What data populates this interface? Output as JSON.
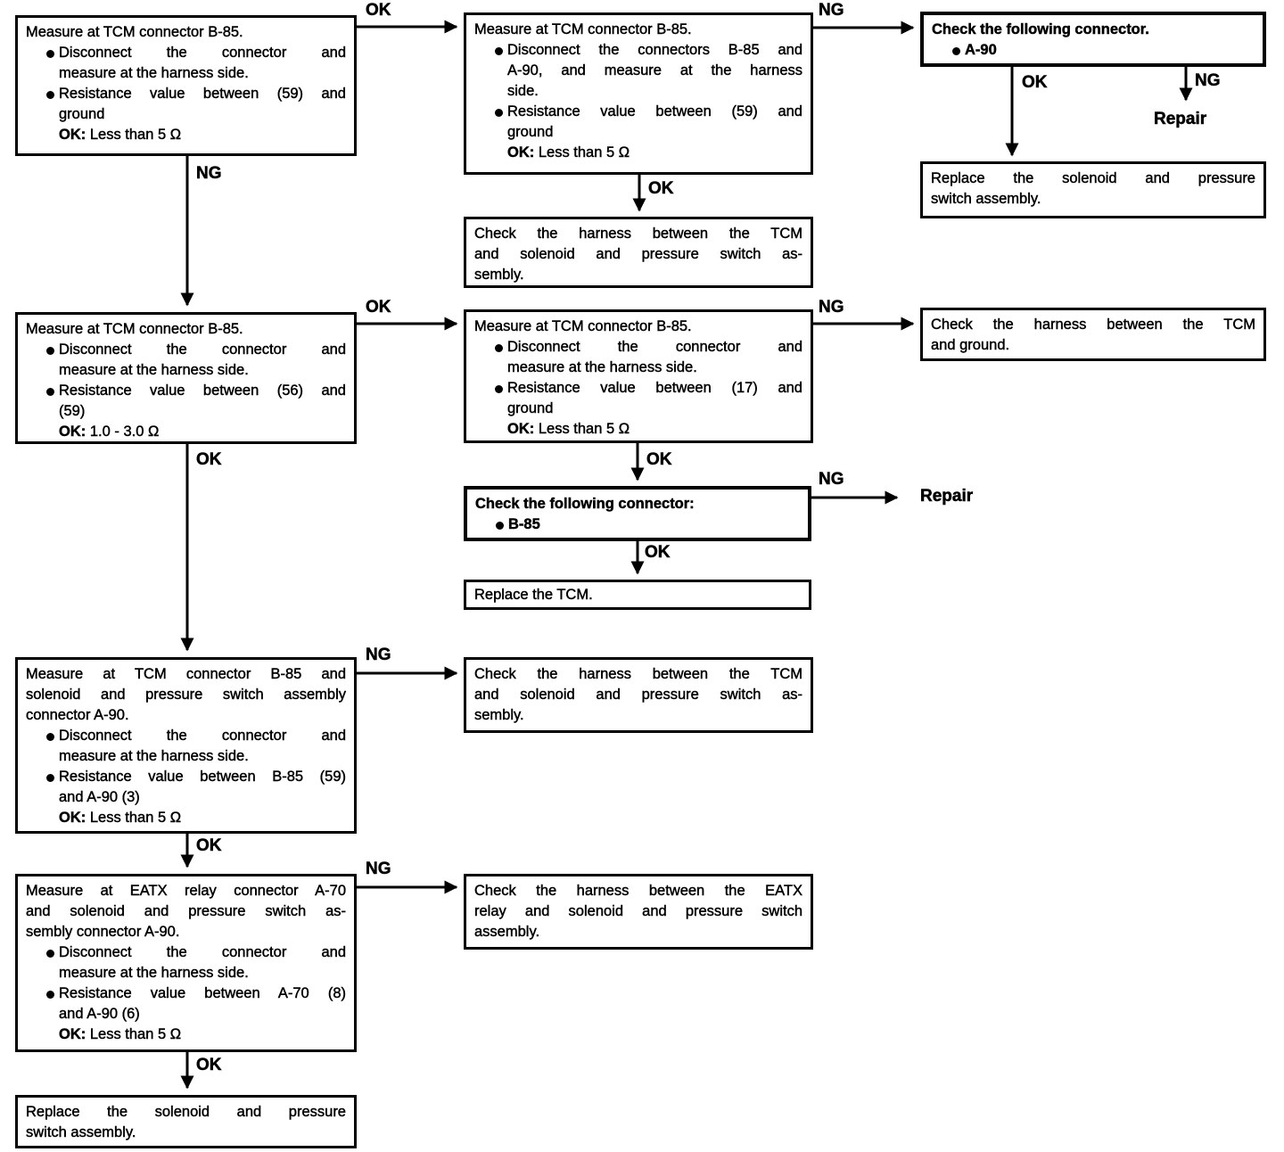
{
  "colors": {
    "ink": "#000000",
    "paper": "#ffffff"
  },
  "nodes": {
    "m1": {
      "title": [
        "Measure at TCM connector B-85."
      ],
      "b1": [
        "Disconnect the connector and",
        "measure at the harness side."
      ],
      "b2": [
        "Resistance value between (59) and",
        "ground"
      ],
      "ok_label": "OK:",
      "ok_value": "Less than 5 Ω"
    },
    "m2": {
      "title": [
        "Measure at TCM connector B-85."
      ],
      "b1": [
        "Disconnect the connectors B-85 and",
        "A-90, and measure at the harness",
        "side."
      ],
      "b2": [
        "Resistance value between (59) and",
        "ground"
      ],
      "ok_label": "OK:",
      "ok_value": "Less than 5 Ω"
    },
    "c1": {
      "title": [
        "Check the following connector."
      ],
      "b1": [
        "A-90"
      ]
    },
    "r1": {
      "lines": [
        "Replace the solenoid and pressure",
        "switch assembly."
      ]
    },
    "h1": {
      "lines": [
        "Check the harness between the TCM",
        "and solenoid and pressure switch as-",
        "sembly."
      ]
    },
    "repair1": {
      "text": "Repair"
    },
    "m3": {
      "title": [
        "Measure at TCM connector B-85."
      ],
      "b1": [
        "Disconnect the connector and",
        "measure at the harness side."
      ],
      "b2": [
        "Resistance value between (56) and",
        "(59)"
      ],
      "ok_label": "OK:",
      "ok_value": "1.0 - 3.0 Ω"
    },
    "m4": {
      "title": [
        "Measure at TCM connector B-85."
      ],
      "b1": [
        "Disconnect the connector and",
        "measure at the harness side."
      ],
      "b2": [
        "Resistance value between (17) and",
        "ground"
      ],
      "ok_label": "OK:",
      "ok_value": "Less than 5 Ω"
    },
    "h2": {
      "lines": [
        "Check the harness between the TCM",
        "and ground."
      ]
    },
    "c2": {
      "title": [
        "Check the following connector:"
      ],
      "b1": [
        "B-85"
      ]
    },
    "repair2": {
      "text": "Repair"
    },
    "rtcm": {
      "lines": [
        "Replace the TCM."
      ]
    },
    "m5": {
      "title": [
        "Measure at TCM connector B-85 and",
        "solenoid and pressure switch assembly",
        "connector A-90."
      ],
      "b1": [
        "Disconnect the connector and",
        "measure at the harness side."
      ],
      "b2": [
        "Resistance value between B-85 (59)",
        "and A-90 (3)"
      ],
      "ok_label": "OK:",
      "ok_value": "Less than 5 Ω"
    },
    "h3": {
      "lines": [
        "Check the harness between the TCM",
        "and solenoid and pressure switch as-",
        "sembly."
      ]
    },
    "m6": {
      "title": [
        "Measure at EATX relay connector A-70",
        "and solenoid and pressure switch as-",
        "sembly connector A-90."
      ],
      "b1": [
        "Disconnect the connector and",
        "measure at the harness side."
      ],
      "b2": [
        "Resistance value between A-70 (8)",
        "and A-90 (6)"
      ],
      "ok_label": "OK:",
      "ok_value": "Less than 5 Ω"
    },
    "h4": {
      "lines": [
        "Check the harness between the EATX",
        "relay and solenoid and pressure switch",
        "assembly."
      ]
    },
    "r2": {
      "lines": [
        "Replace the solenoid and pressure",
        "switch assembly."
      ]
    }
  },
  "edges": [
    {
      "from": "m1",
      "to": "m2",
      "label": "OK"
    },
    {
      "from": "m2",
      "to": "c1",
      "label": "NG"
    },
    {
      "from": "m1",
      "to": "m3",
      "label": "NG"
    },
    {
      "from": "m2",
      "to": "h1",
      "label": "OK"
    },
    {
      "from": "c1",
      "to": "r1",
      "label": "OK"
    },
    {
      "from": "c1",
      "to": "repair1",
      "label": "NG"
    },
    {
      "from": "m3",
      "to": "m4",
      "label": "OK"
    },
    {
      "from": "m4",
      "to": "h2",
      "label": "NG"
    },
    {
      "from": "m3",
      "to": "m5",
      "label": "OK"
    },
    {
      "from": "m4",
      "to": "c2",
      "label": "OK"
    },
    {
      "from": "c2",
      "to": "repair2",
      "label": "NG"
    },
    {
      "from": "c2",
      "to": "rtcm",
      "label": "OK"
    },
    {
      "from": "m5",
      "to": "h3",
      "label": "NG"
    },
    {
      "from": "m5",
      "to": "m6",
      "label": "OK"
    },
    {
      "from": "m6",
      "to": "h4",
      "label": "NG"
    },
    {
      "from": "m6",
      "to": "r2",
      "label": "OK"
    }
  ]
}
